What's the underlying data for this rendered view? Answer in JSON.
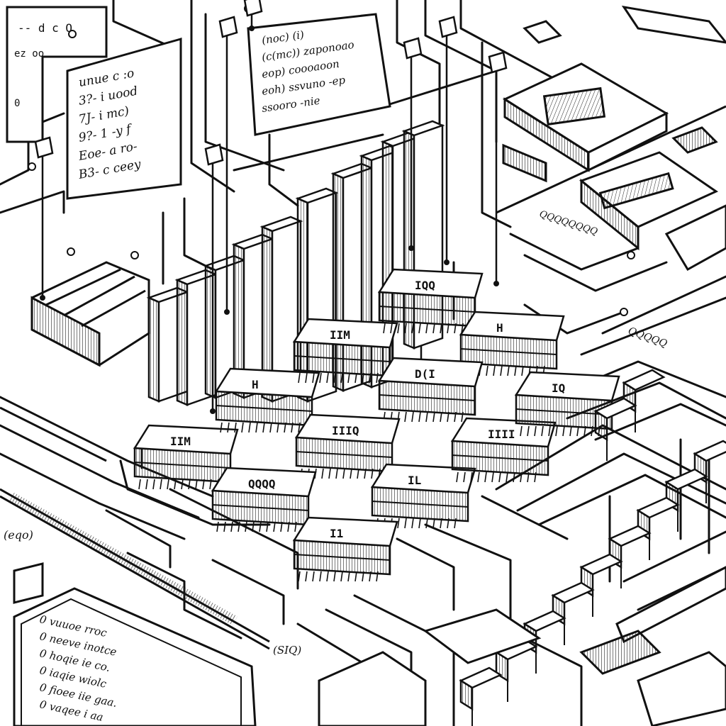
{
  "style": {
    "ink": "#111111",
    "paper": "#ffffff",
    "hatch": "#333333"
  },
  "labels": {
    "top_panel": [
      "(noc) (i)",
      "(c(mc)) zaponoao",
      "eop) coooaoon",
      "eoh) ssvuno -ep",
      "ssooro  -nie"
    ],
    "left_panel": [
      "unue  c  :o",
      "3?-  i  uood",
      "7J-  i  mc)",
      "9?-  1  -y  f",
      "Eoe-  a  ro-",
      "B3-  c  ceey"
    ],
    "bottom_left_panel": [
      "0  vuuoe  rroc",
      "0  neeve  inotce",
      "0  hoqie  ie  co.",
      "0  iaqie  wiolc",
      "0  fioee  iie  gaa.",
      "0  vaqee  i  aa"
    ],
    "chips": [
      "IIM",
      "H",
      "IQQ",
      "D(I",
      "IIIQ",
      "QQQQ",
      "IL",
      "IIII",
      "IQ",
      "I1"
    ],
    "misc": [
      "(eqo)",
      "(SIQ)",
      "QQQQQQQQ",
      "QQQQQ"
    ]
  }
}
